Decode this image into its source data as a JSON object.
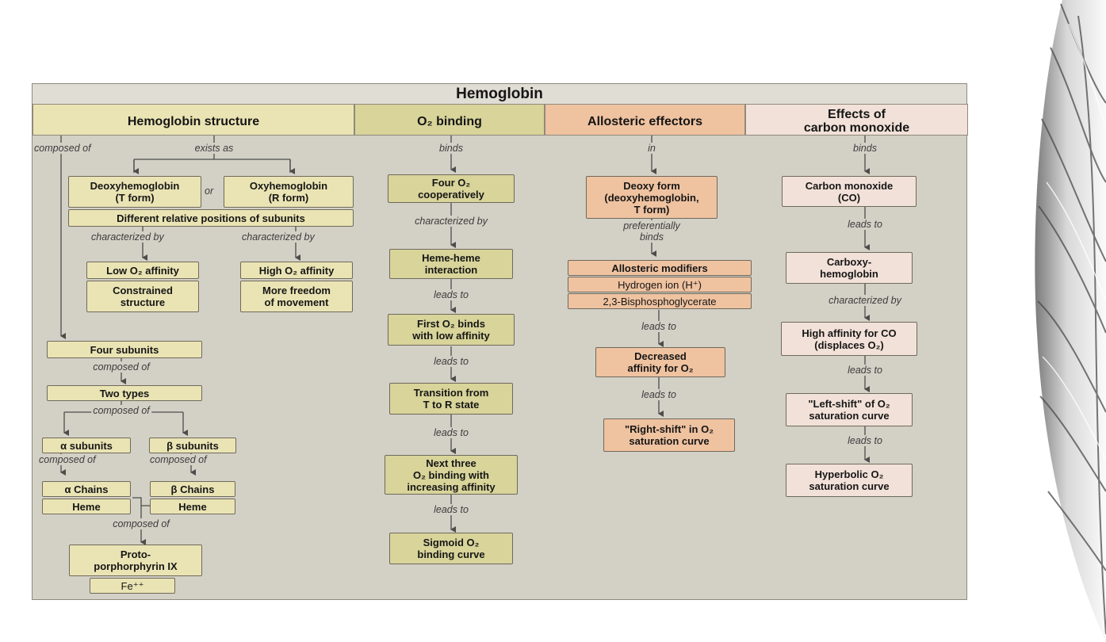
{
  "title": "Hemoglobin",
  "sections": {
    "structure": "Hemoglobin structure",
    "binding": "O₂ binding",
    "allosteric": "Allosteric effectors",
    "co": [
      "Effects of",
      "carbon monoxide"
    ]
  },
  "structure": {
    "lbl_composed_of_top": "composed of",
    "lbl_exists_as": "exists as",
    "deoxy": [
      "Deoxyhemoglobin",
      "(T form)"
    ],
    "or": "or",
    "oxy": [
      "Oxyhemoglobin",
      "(R form)"
    ],
    "different_positions": "Different relative positions of subunits",
    "lbl_char_left": "characterized by",
    "lbl_char_right": "characterized by",
    "low_affinity": "Low O₂ affinity",
    "constrained": [
      "Constrained",
      "structure"
    ],
    "high_affinity": "High O₂ affinity",
    "freedom": [
      "More freedom",
      "of movement"
    ],
    "four_subunits": "Four subunits",
    "lbl_composed_of_1": "composed of",
    "two_types": "Two types",
    "lbl_composed_of_2": "composed of",
    "alpha_subunits": "α subunits",
    "beta_subunits": "β subunits",
    "lbl_composed_of_alpha": "composed of",
    "lbl_composed_of_beta": "composed of",
    "alpha_chains": "α Chains",
    "beta_chains": "β Chains",
    "heme_left": "Heme",
    "heme_right": "Heme",
    "lbl_composed_of_heme": "composed of",
    "proto": [
      "Proto-",
      "porphorphyrin IX"
    ],
    "fe": "Fe⁺⁺"
  },
  "binding": {
    "lbl_binds": "binds",
    "four_o2": [
      "Four O₂",
      "cooperatively"
    ],
    "lbl_characterized_by": "characterized by",
    "heme_heme": [
      "Heme-heme",
      "interaction"
    ],
    "lbl_leads1": "leads to",
    "first_o2": [
      "First O₂ binds",
      "with low affinity"
    ],
    "lbl_leads2": "leads to",
    "transition": [
      "Transition from",
      "T to R state"
    ],
    "lbl_leads3": "leads to",
    "next_three": [
      "Next three",
      "O₂ binding with",
      "increasing affinity"
    ],
    "lbl_leads4": "leads to",
    "sigmoid": [
      "Sigmoid O₂",
      "binding curve"
    ]
  },
  "allosteric": {
    "lbl_in": "in",
    "deoxy_form": [
      "Deoxy form",
      "(deoxyhemoglobin,",
      "T form)"
    ],
    "lbl_pref": [
      "preferentially",
      "binds"
    ],
    "modifiers": "Allosteric modifiers",
    "hydrogen": "Hydrogen ion (H⁺)",
    "bpg": "2,3-Bisphosphoglycerate",
    "lbl_leads1": "leads to",
    "decreased": [
      "Decreased",
      "affinity for O₂"
    ],
    "lbl_leads2": "leads to",
    "right_shift": [
      "\"Right-shift\" in O₂",
      "saturation curve"
    ]
  },
  "co": {
    "lbl_binds": "binds",
    "carbon_monoxide": [
      "Carbon monoxide",
      "(CO)"
    ],
    "lbl_leads1": "leads to",
    "carboxy": [
      "Carboxy-",
      "hemoglobin"
    ],
    "lbl_characterized_by": "characterized by",
    "high_co": [
      "High affinity for CO",
      "(displaces O₂)"
    ],
    "lbl_leads2": "leads to",
    "left_shift": [
      "\"Left-shift\" of O₂",
      "saturation curve"
    ],
    "lbl_leads3": "leads to",
    "hyperbolic": [
      "Hyperbolic O₂",
      "saturation curve"
    ]
  },
  "colors": {
    "structure": "#eae4b4",
    "binding": "#d8d49a",
    "allosteric": "#efc2a0",
    "co": "#f2e1d8"
  }
}
